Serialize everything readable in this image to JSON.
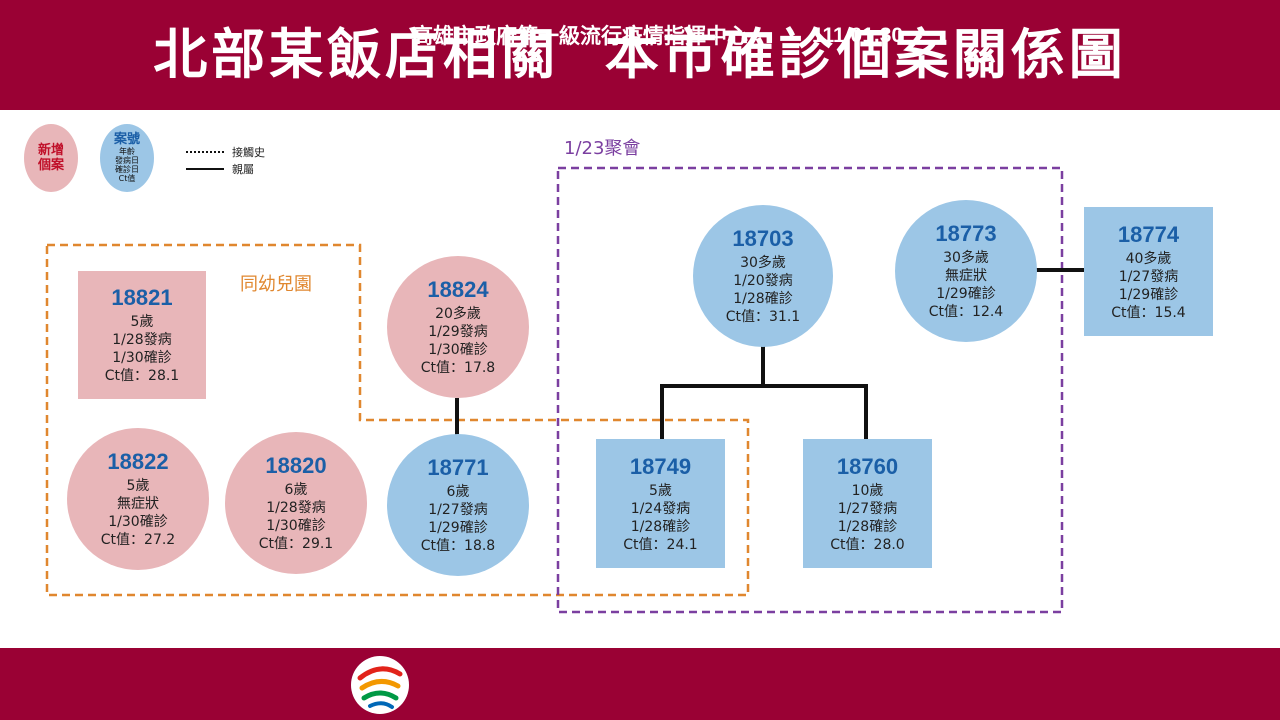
{
  "title": "北部某飯店相關  本市確診個案關係圖",
  "legend": {
    "new_case_line1": "新增",
    "new_case_line2": "個案",
    "case_label": "案號",
    "case_fields": [
      "年齡",
      "發病日",
      "確診日",
      "Ct值"
    ],
    "dotted_label": "接觸史",
    "solid_label": "親屬"
  },
  "groups": {
    "kindergarten": "同幼兒園",
    "gathering": "1/23聚會"
  },
  "colors": {
    "header_bg": "#9a0134",
    "new_case": "#e8b6b9",
    "existing_case": "#9cc6e6",
    "case_id_text": "#1b5fa7",
    "kindergarten_border": "#e0872f",
    "gathering_border": "#7b3fa0"
  },
  "cases": {
    "c18821": {
      "id": "18821",
      "lines": [
        "5歲",
        "1/28發病",
        "1/30確診",
        "Ct值：28.1"
      ]
    },
    "c18822": {
      "id": "18822",
      "lines": [
        "5歲",
        "無症狀",
        "1/30確診",
        "Ct值：27.2"
      ]
    },
    "c18820": {
      "id": "18820",
      "lines": [
        "6歲",
        "1/28發病",
        "1/30確診",
        "Ct值：29.1"
      ]
    },
    "c18824": {
      "id": "18824",
      "lines": [
        "20多歲",
        "1/29發病",
        "1/30確診",
        "Ct值：17.8"
      ]
    },
    "c18771": {
      "id": "18771",
      "lines": [
        "6歲",
        "1/27發病",
        "1/29確診",
        "Ct值：18.8"
      ]
    },
    "c18703": {
      "id": "18703",
      "lines": [
        "30多歲",
        "1/20發病",
        "1/28確診",
        "Ct值：31.1"
      ]
    },
    "c18749": {
      "id": "18749",
      "lines": [
        "5歲",
        "1/24發病",
        "1/28確診",
        "Ct值：24.1"
      ]
    },
    "c18760": {
      "id": "18760",
      "lines": [
        "10歲",
        "1/27發病",
        "1/28確診",
        "Ct值：28.0"
      ]
    },
    "c18773": {
      "id": "18773",
      "lines": [
        "30多歲",
        "無症狀",
        "1/29確診",
        "Ct值：12.4"
      ]
    },
    "c18774": {
      "id": "18774",
      "lines": [
        "40多歲",
        "1/27發病",
        "1/29確診",
        "Ct值：15.4"
      ]
    }
  },
  "footer": {
    "org": "高雄市政府第一級流行疫情指揮中心",
    "date": "111.01.30",
    "logo_icon": "kaohsiung-logo-icon"
  }
}
